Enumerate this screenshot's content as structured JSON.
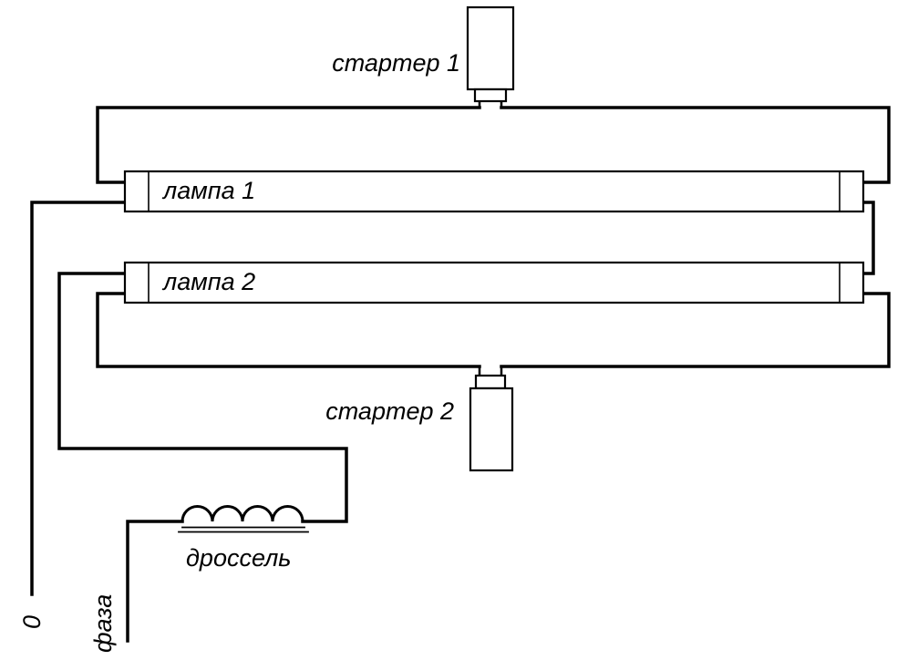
{
  "labels": {
    "starter1": "стартер 1",
    "starter2": "стартер 2",
    "lamp1": "лампа 1",
    "lamp2": "лампа 2",
    "choke": "дроссель",
    "neutral": "0",
    "phase": "фаза"
  },
  "colors": {
    "line": "#000000",
    "background": "#ffffff"
  }
}
